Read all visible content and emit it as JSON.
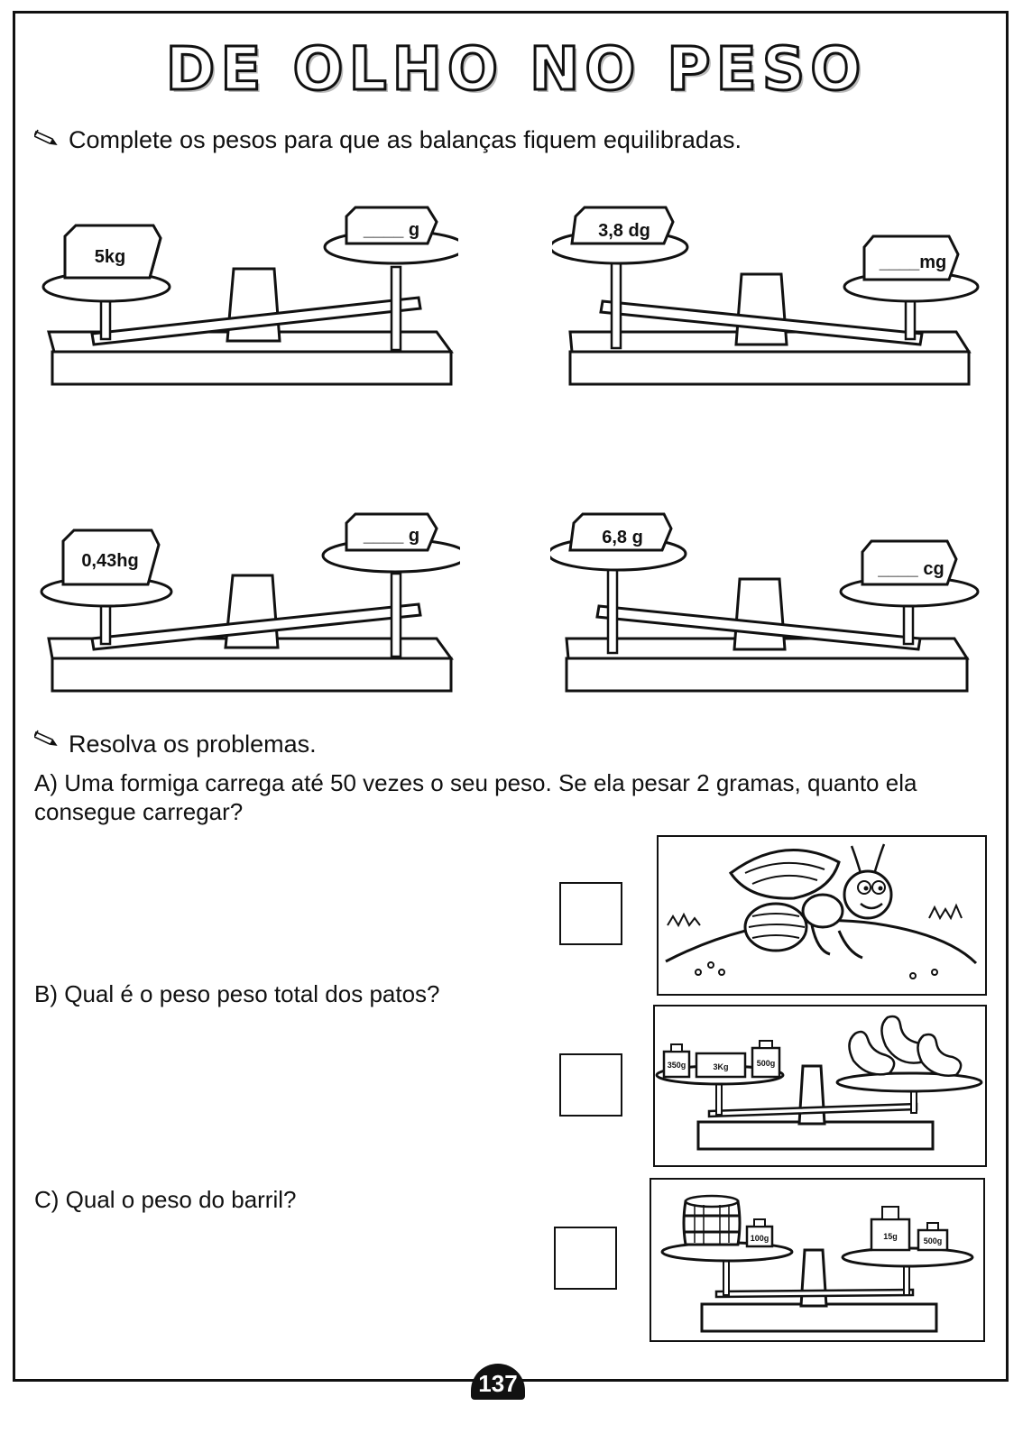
{
  "title": "DE OLHO NO PESO",
  "instruction1": "Complete os pesos para que as balanças fiquem equilibradas.",
  "scales": [
    {
      "left_label": "5kg",
      "right_label": "____ g"
    },
    {
      "left_label": "3,8 dg",
      "right_label": "____mg"
    },
    {
      "left_label": "0,43hg",
      "right_label": "____ g"
    },
    {
      "left_label": "6,8 g",
      "right_label": "____ cg"
    }
  ],
  "instruction2": "Resolva os problemas.",
  "problems": {
    "a": "A) Uma formiga carrega até 50 vezes o seu peso. Se ela pesar 2 gramas, quanto ela consegue carregar?",
    "b": "B)  Qual é o peso peso total dos patos?",
    "c": "C)  Qual o peso do barril?"
  },
  "duck_weights": [
    "350g",
    "3Kg",
    "500g"
  ],
  "barrel_weights": [
    "100g",
    "15g",
    "500g"
  ],
  "page_number": "137"
}
